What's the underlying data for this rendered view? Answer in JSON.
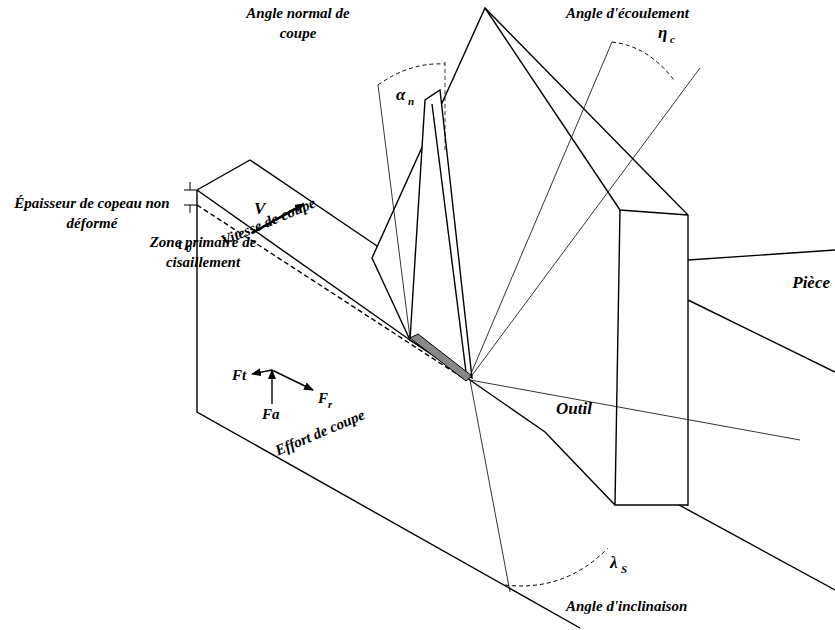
{
  "diagram": {
    "labels": [
      "Angle normal de coupe",
      "α",
      "n",
      "Angle d'écoulement",
      "η",
      "c",
      "Zone primaire de cisaillement",
      "Épaisseur de copeau non déformé",
      "t",
      "0",
      "V",
      "Vitesse de coupe",
      "Ft",
      "Fa",
      "F",
      "r",
      "Effort de coupe",
      "Outil",
      "Pièce",
      "λ",
      "S",
      "Angle d'inclinaison"
    ]
  }
}
